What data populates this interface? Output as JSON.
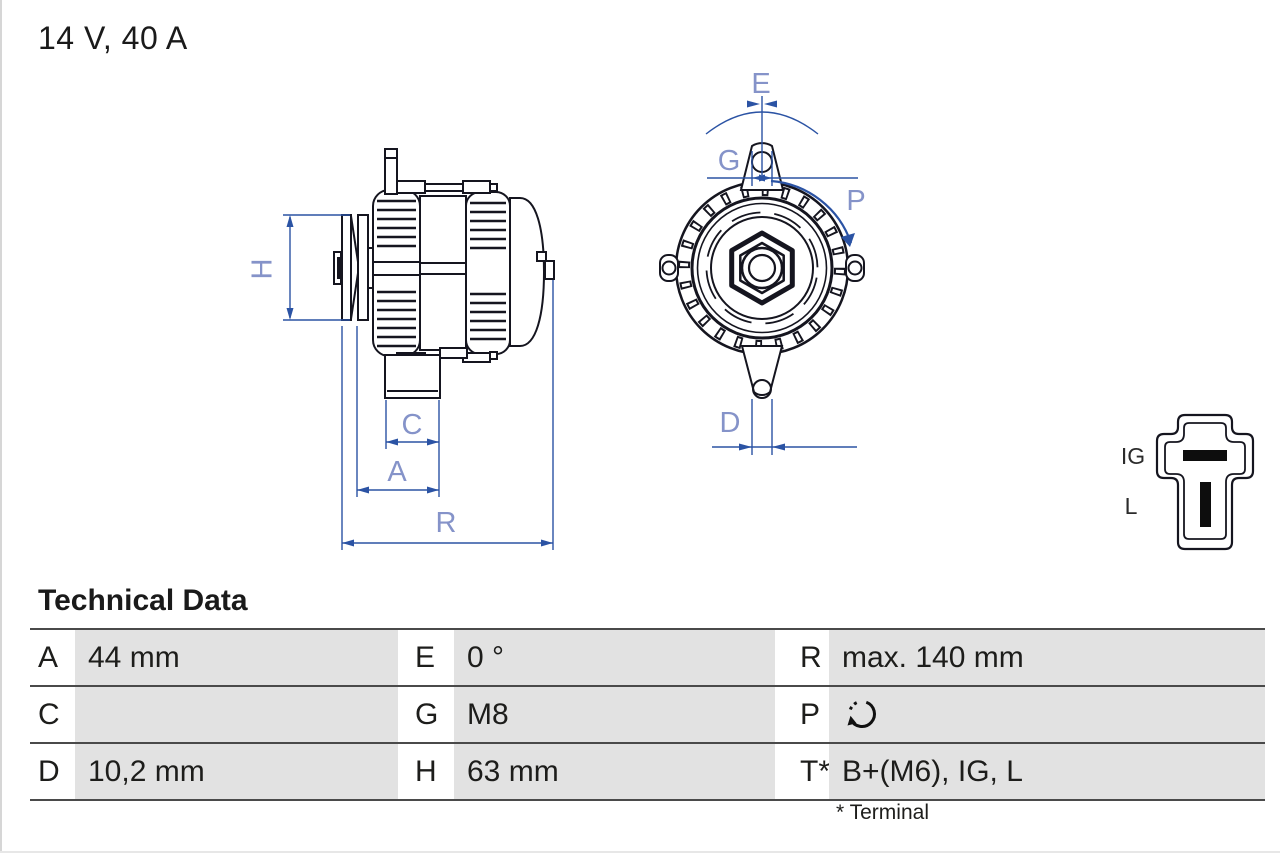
{
  "header": {
    "title": "14 V, 40 A"
  },
  "diagram": {
    "side_view": {
      "labels": {
        "h": "H",
        "c": "C",
        "a": "A",
        "r": "R"
      }
    },
    "front_view": {
      "labels": {
        "e": "E",
        "g": "G",
        "p": "P",
        "d": "D"
      }
    },
    "connector": {
      "labels": {
        "top": "IG",
        "bottom": "L"
      }
    }
  },
  "technical_data": {
    "heading": "Technical Data",
    "rows": [
      {
        "cells": [
          {
            "key": "A",
            "value": "44 mm"
          },
          {
            "key": "E",
            "value": "0 °"
          },
          {
            "key": "R",
            "value": "max. 140 mm"
          }
        ]
      },
      {
        "cells": [
          {
            "key": "C",
            "value": ""
          },
          {
            "key": "G",
            "value": "M8"
          },
          {
            "key": "P",
            "value": "",
            "icon": "rotation-direction-icon"
          }
        ]
      },
      {
        "cells": [
          {
            "key": "D",
            "value": "10,2 mm"
          },
          {
            "key": "H",
            "value": "63 mm"
          },
          {
            "key": "T*",
            "value": "B+(M6), IG, L"
          }
        ]
      }
    ],
    "footnote": "* Terminal"
  },
  "colors": {
    "drawing_outline": "#15151f",
    "dimension_blue": "#2b53a4",
    "label_blue": "#8593c9",
    "table_cell_gray": "#e2e2e2",
    "table_border": "#4a4a4a",
    "text": "#1d1d1b"
  }
}
